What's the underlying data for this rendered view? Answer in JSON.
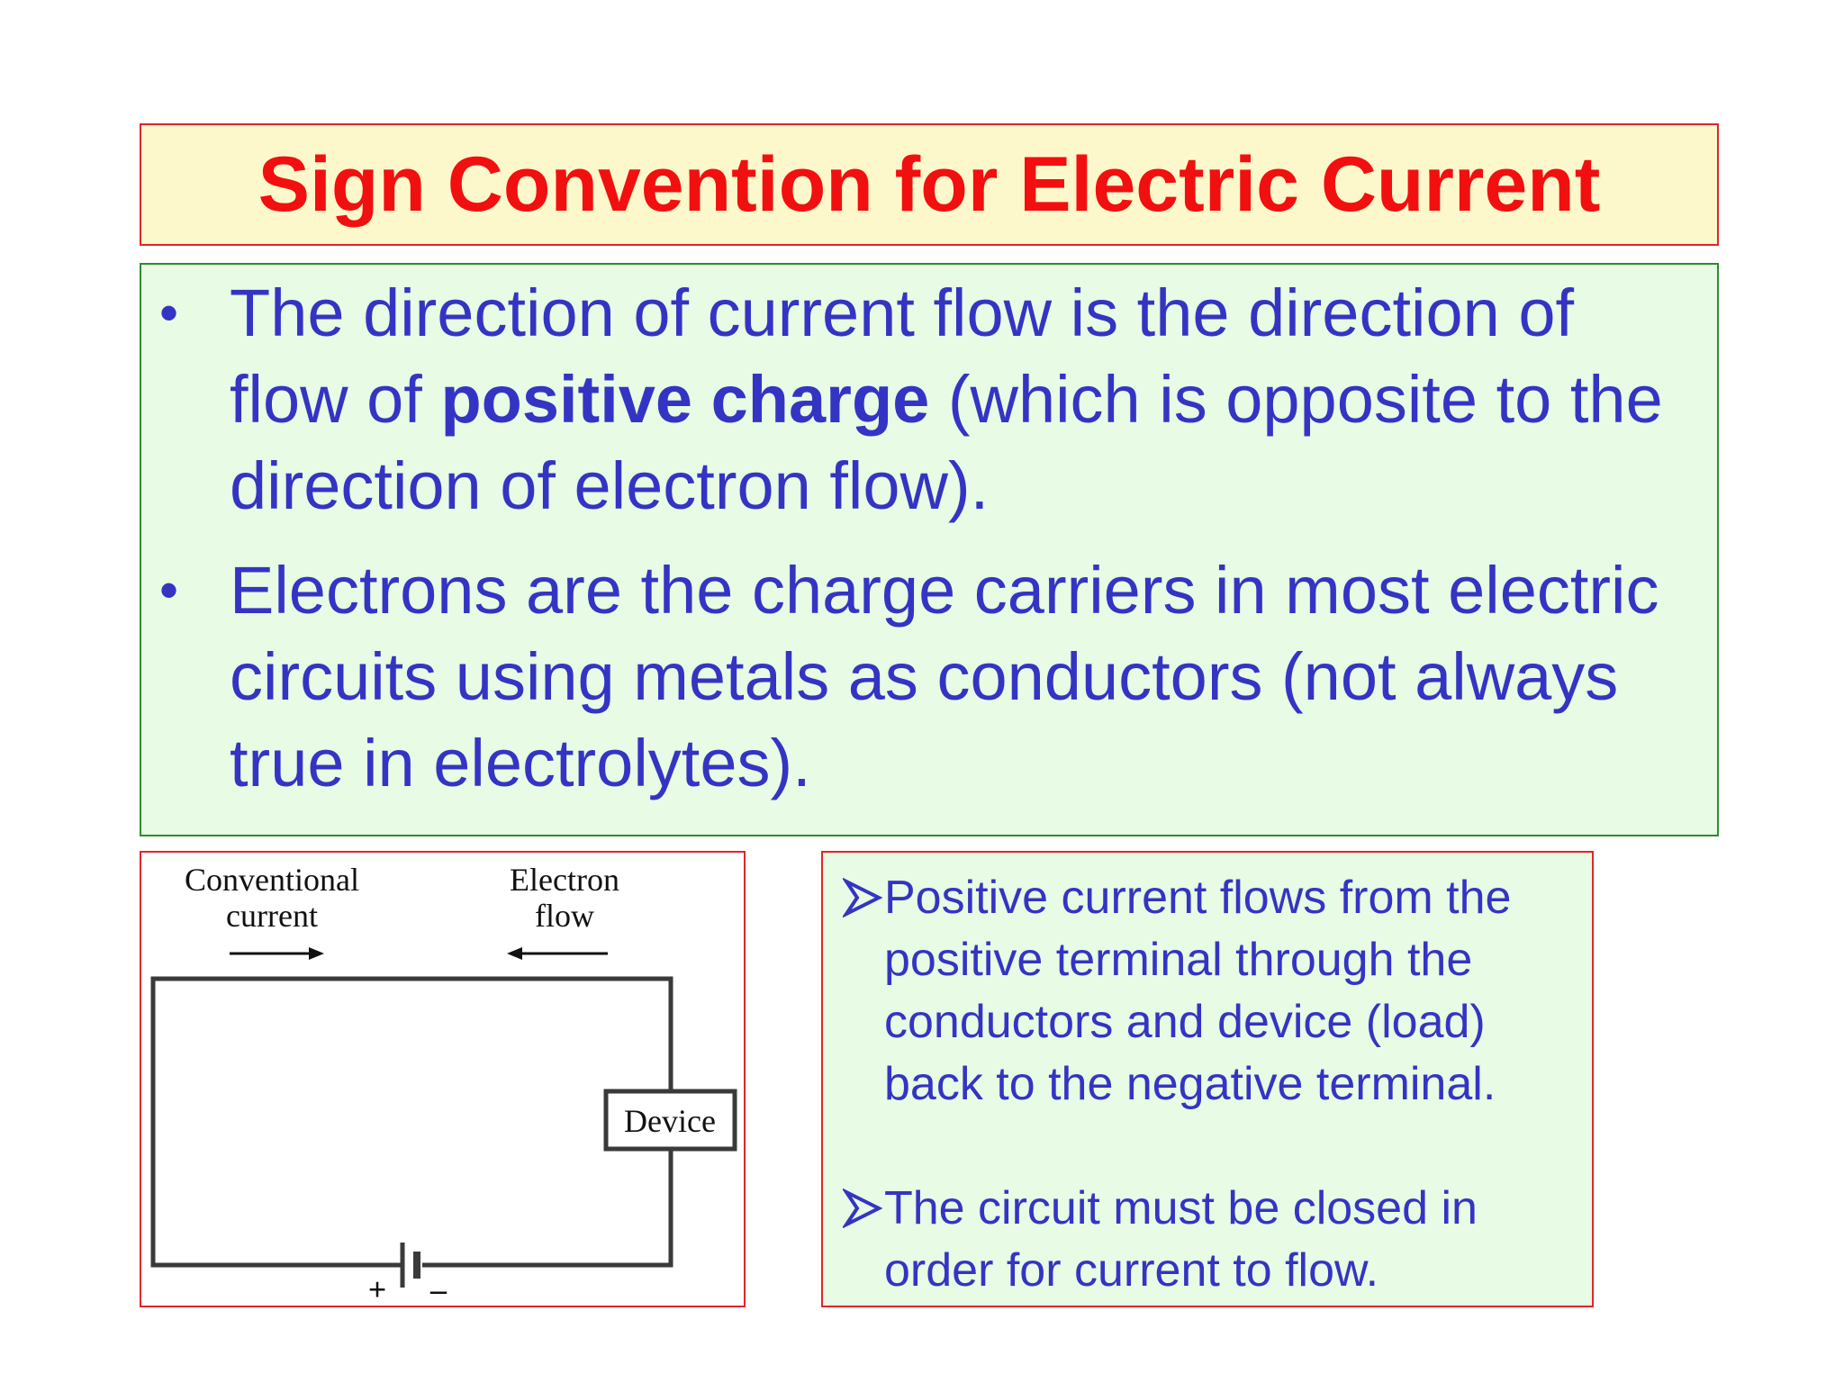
{
  "title": "Sign Convention for Electric Current",
  "bullets": [
    {
      "before": "The direction of current flow is the direction of flow of ",
      "bold": "positive charge",
      "after": " (which is opposite to the direction of electron flow)."
    },
    {
      "before": "Electrons are the charge carriers in most electric circuits using metals as conductors (not always true in electrolytes).",
      "bold": "",
      "after": ""
    }
  ],
  "diagram": {
    "conventional_line1": "Conventional",
    "conventional_line2": "current",
    "electron_line1": "Electron",
    "electron_line2": "flow",
    "device_label": "Device",
    "plus_label": "+",
    "minus_label": "–"
  },
  "notes": [
    "Positive current flows from the positive terminal through the conductors and device (load) back to the negative terminal.",
    "The circuit must be closed in order for current to flow."
  ],
  "colors": {
    "title_text": "#f20f0f",
    "title_bg": "#fdf8cb",
    "body_text": "#3434c4",
    "panel_bg": "#e8fbe4",
    "red_border": "#e0262b",
    "green_border": "#2d8c2d"
  },
  "icons": {
    "bullet": "bullet-dot-icon",
    "note_marker": "arrowhead-icon"
  }
}
